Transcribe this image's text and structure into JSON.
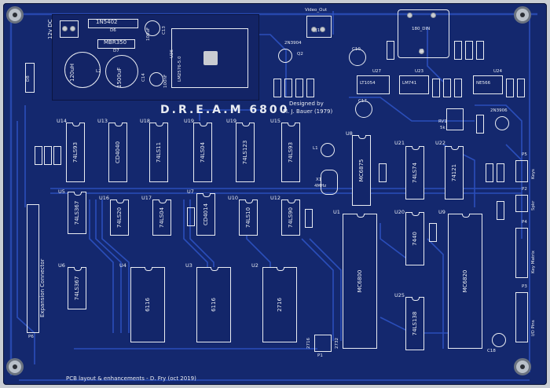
{
  "board": {
    "title": "D.R.E.A.M 6800",
    "designer_line1": "Designed by",
    "designer_line2": "M. J. Bauer (1979)",
    "footer": "PCB layout & enhancements - D. Fry (oct 2019)"
  },
  "power": {
    "dc_label": "12v DC",
    "diode1": "1N5402",
    "diode1_ref": "D6",
    "diode2": "MBR350",
    "diode2_ref": "D7",
    "inductor": "120uH",
    "inductor_ref": "L2",
    "cap1": "1500uF",
    "cap1_ref": "C14",
    "cap2": "100uF",
    "cap2_ref": "C13",
    "cap3": "100nF",
    "reg": "LM2576-5.0",
    "reg_ref": "U26",
    "d_ref": "D8"
  },
  "video": {
    "label": "Video_Out",
    "ref": "J1",
    "transistor": "2N3904",
    "transistor_ref": "Q2"
  },
  "din": {
    "label": "180_DIN",
    "ref": "J2"
  },
  "ics": [
    {
      "ref": "U14",
      "part": "74LS93"
    },
    {
      "ref": "U13",
      "part": "CD4040"
    },
    {
      "ref": "U18",
      "part": "74LS11"
    },
    {
      "ref": "U19",
      "part": "74LS04"
    },
    {
      "ref": "U19",
      "part": "74LS123"
    },
    {
      "ref": "U15",
      "part": "74LS93"
    },
    {
      "ref": "U8",
      "part": "MC6875"
    },
    {
      "ref": "U21",
      "part": "74LS74"
    },
    {
      "ref": "U22",
      "part": "74121"
    },
    {
      "ref": "U5",
      "part": "74LS367"
    },
    {
      "ref": "U16",
      "part": "74LS20"
    },
    {
      "ref": "U17",
      "part": "74LS04"
    },
    {
      "ref": "U7",
      "part": "CD4014"
    },
    {
      "ref": "U10",
      "part": "74LS10"
    },
    {
      "ref": "U12",
      "part": "74LS90"
    },
    {
      "ref": "U6",
      "part": "74LS367"
    },
    {
      "ref": "U4",
      "part": "6116"
    },
    {
      "ref": "U3",
      "part": "6116"
    },
    {
      "ref": "U2",
      "part": "2716"
    },
    {
      "ref": "U1",
      "part": "MC6800"
    },
    {
      "ref": "U20",
      "part": "7440"
    },
    {
      "ref": "U9",
      "part": "MC6820"
    },
    {
      "ref": "U25",
      "part": "74LS138"
    },
    {
      "ref": "U27",
      "part": "LT1054"
    },
    {
      "ref": "U23",
      "part": "LM741"
    },
    {
      "ref": "U24",
      "part": "NE566"
    }
  ],
  "connectors": {
    "expansion": "Expansion Connector",
    "expansion_ref": "P6",
    "keys": "Keys",
    "keys_ref": "P5",
    "spkr": "Spkr",
    "spkr_ref": "P2",
    "key_matrix": "Key Matrix",
    "key_matrix_ref": "P4",
    "io_pins": "I/O Pins",
    "io_ref": "P3",
    "p1_ref": "P1",
    "jumper_a": "2716",
    "jumper_b": "2732"
  },
  "misc": {
    "crystal": "4MHz",
    "crystal_ref": "X1",
    "rv1": "RV1",
    "rv1_val": "5k",
    "q_2n3906": "2N3906",
    "l1": "L1",
    "c10": "C10",
    "c17": "C17",
    "c18": "C18"
  }
}
